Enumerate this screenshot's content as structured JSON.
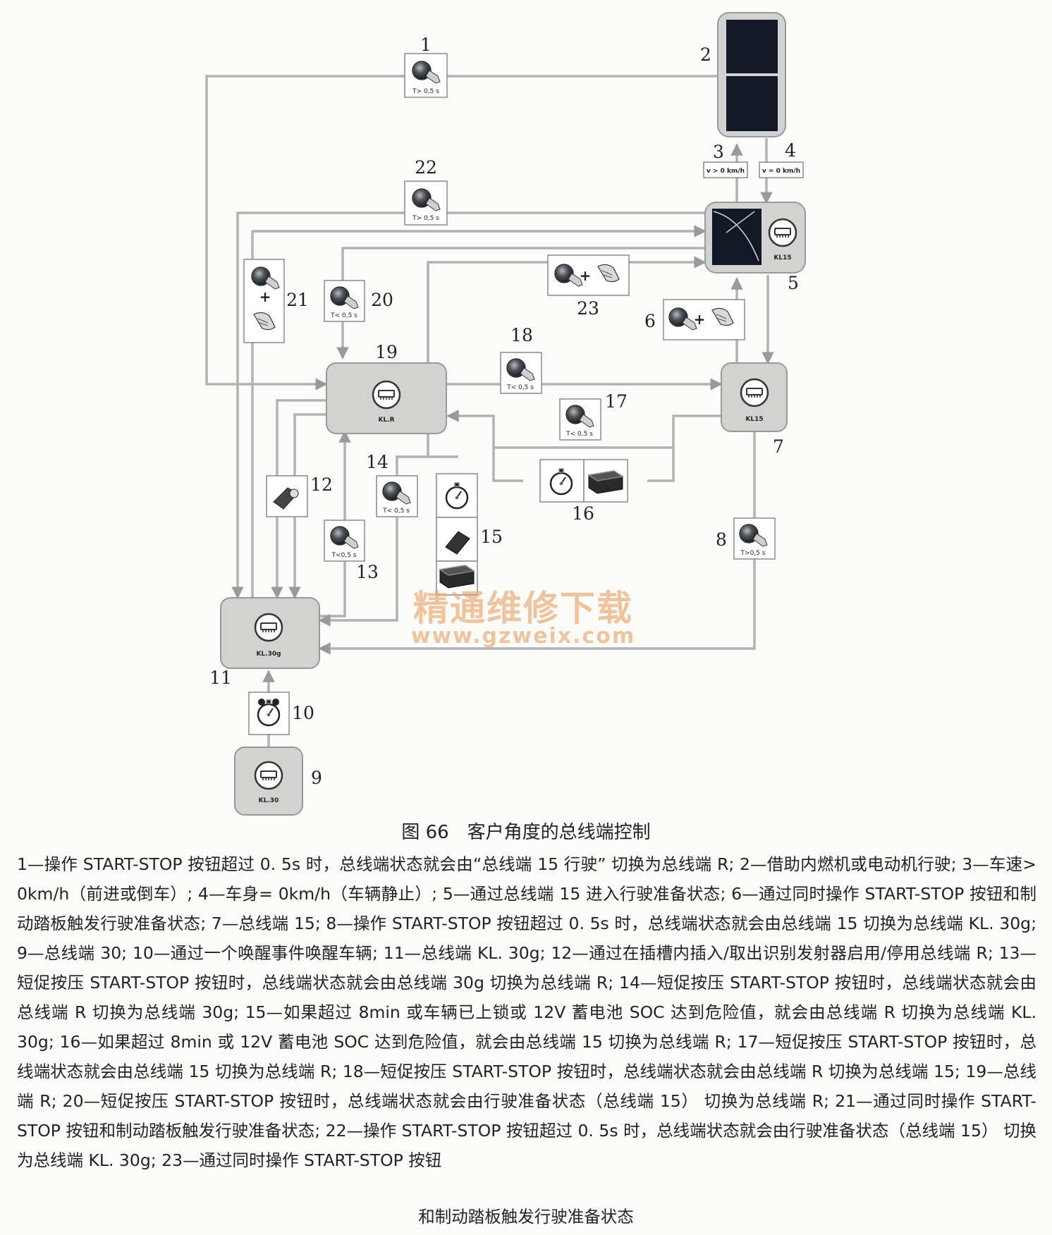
{
  "figure": {
    "caption": "图 66　客户角度的总线端控制",
    "legend": "1—操作 START-STOP 按钮超过 0. 5s 时，总线端状态就会由“总线端 15 行驶” 切换为总线端 R; 2—借助内燃机或电动机行驶; 3—车速> 0km/h（前进或倒车）; 4—车身= 0km/h（车辆静止）; 5—通过总线端 15 进入行驶准备状态; 6—通过同时操作 START-STOP 按钮和制动踏板触发行驶准备状态; 7—总线端 15; 8—操作 START-STOP 按钮超过 0. 5s 时，总线端状态就会由总线端 15 切换为总线端 KL. 30g; 9—总线端 30; 10—通过一个唤醒事件唤醒车辆; 11—总线端 KL. 30g; 12—通过在插槽内插入/取出识别发射器启用/停用总线端 R; 13—短促按压 START-STOP 按钮时，总线端状态就会由总线端 30g 切换为总线端 R; 14—短促按压 START-STOP 按钮时，总线端状态就会由总线端 R 切换为总线端 30g; 15—如果超过 8min 或车辆已上锁或 12V 蓄电池 SOC 达到危险值，就会由总线端 R 切换为总线端 KL. 30g; 16—如果超过 8min 或 12V 蓄电池 SOC 达到危险值，就会由总线端 15 切换为总线端 R; 17—短促按压 START-STOP 按钮时，总线端状态就会由总线端 15 切换为总线端 R; 18—短促按压 START-STOP 按钮时，总线端状态就会由总线端 R 切换为总线端 15; 19—总线端 R; 20—短促按压 START-STOP 按钮时，总线端状态就会由行驶准备状态（总线端 15） 切换为总线端 R; 21—通过同时操作 START-STOP 按钮和制动踏板触发行驶准备状态; 22—操作 START-STOP 按钮超过 0. 5s 时，总线端状态就会由行驶准备状态（总线端 15） 切换为总线端 KL. 30g; 23—通过同时操作 START-STOP 按钮",
    "legend_last_line": "和制动踏板触发行驶准备状态"
  },
  "watermark": {
    "line1": "精通维修下载",
    "line2": "www.gzweix.com"
  },
  "nodes": {
    "kl15_drive": "KL15",
    "kl_r": "KL.R",
    "kl15": "KL15",
    "kl30g": "KL.30g",
    "kl30": "KL.30"
  },
  "press_labels": {
    "p1": "T> 0,5 s",
    "p22": "T> 0,5 s",
    "p20": "T< 0,5 s",
    "p18": "T< 0,5 s",
    "p17": "T< 0,5 s",
    "p14": "T< 0,5 s",
    "p13": "T<0,5 s",
    "p8": "T>0,5 s"
  },
  "speed_labels": {
    "v3": "v > 0 km/h",
    "v4": "v = 0 km/h"
  },
  "numbers": {
    "n1": "1",
    "n2": "2",
    "n3": "3",
    "n4": "4",
    "n5": "5",
    "n6": "6",
    "n7": "7",
    "n8": "8",
    "n9": "9",
    "n10": "10",
    "n11": "11",
    "n12": "12",
    "n13": "13",
    "n14": "14",
    "n15": "15",
    "n16": "16",
    "n17": "17",
    "n18": "18",
    "n19": "19",
    "n20": "20",
    "n21": "21",
    "n22": "22",
    "n23": "23"
  },
  "colors": {
    "line": "#b2b2b2",
    "node_fill": "#d2d2d0",
    "panel": "#121826",
    "watermark": "#e8a66a"
  }
}
